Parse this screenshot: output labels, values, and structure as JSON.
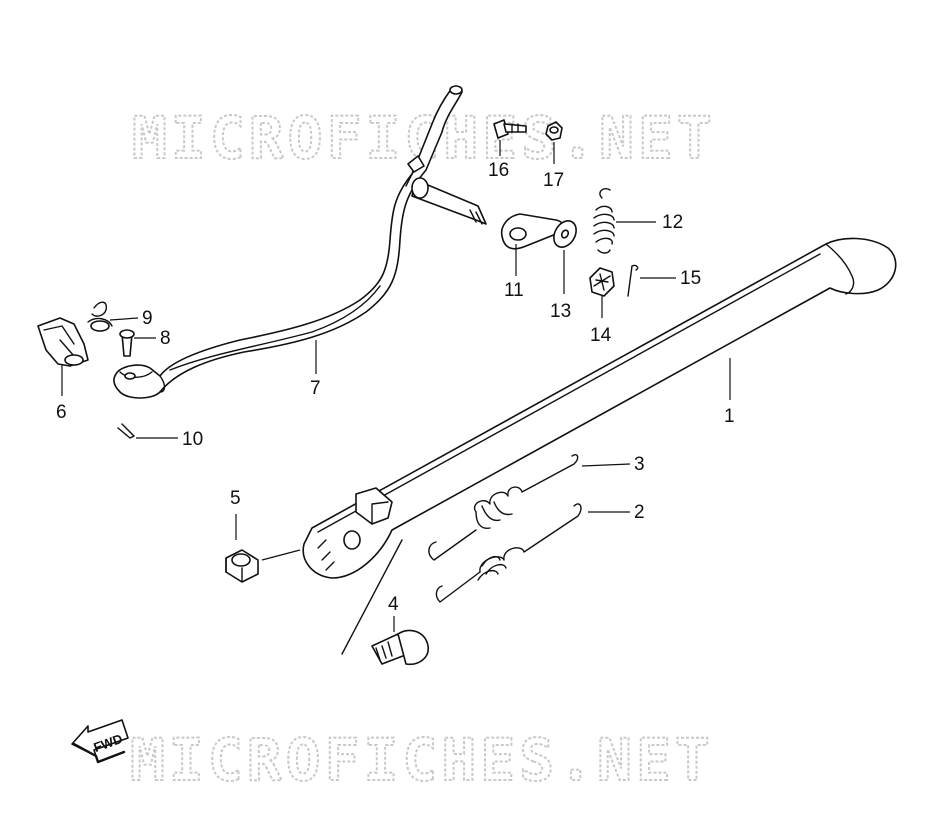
{
  "watermark": {
    "top": "MICROFICHES.NET",
    "bottom": "MICROFICHES.NET"
  },
  "fwd_label": "FWD",
  "callouts": [
    {
      "id": "1",
      "label": "1"
    },
    {
      "id": "2",
      "label": "2"
    },
    {
      "id": "3",
      "label": "3"
    },
    {
      "id": "4",
      "label": "4"
    },
    {
      "id": "5",
      "label": "5"
    },
    {
      "id": "6",
      "label": "6"
    },
    {
      "id": "7",
      "label": "7"
    },
    {
      "id": "8",
      "label": "8"
    },
    {
      "id": "9",
      "label": "9"
    },
    {
      "id": "10",
      "label": "10"
    },
    {
      "id": "11",
      "label": "11"
    },
    {
      "id": "12",
      "label": "12"
    },
    {
      "id": "13",
      "label": "13"
    },
    {
      "id": "14",
      "label": "14"
    },
    {
      "id": "15",
      "label": "15"
    },
    {
      "id": "16",
      "label": "16"
    },
    {
      "id": "17",
      "label": "17"
    }
  ]
}
